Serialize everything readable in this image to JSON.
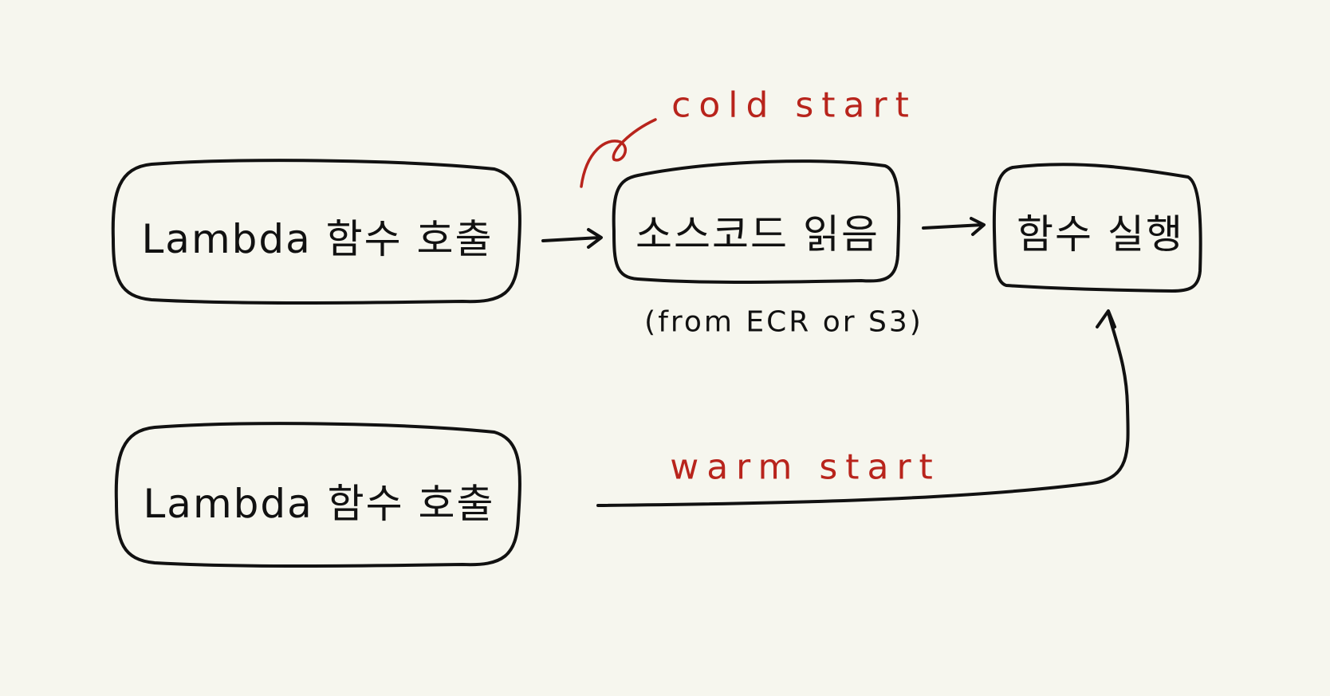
{
  "nodes": {
    "invoke_cold": {
      "label": "Lambda 함수 호출"
    },
    "read_source": {
      "label": "소스코드 읽음",
      "note": "(from ECR or S3)"
    },
    "execute": {
      "label": "함수 실행"
    },
    "invoke_warm": {
      "label": "Lambda 함수 호출"
    }
  },
  "annotations": {
    "cold": "cold start",
    "warm": "warm start"
  },
  "colors": {
    "stroke": "#111111",
    "annotation": "#b8241c",
    "background": "#f6f6ee"
  }
}
